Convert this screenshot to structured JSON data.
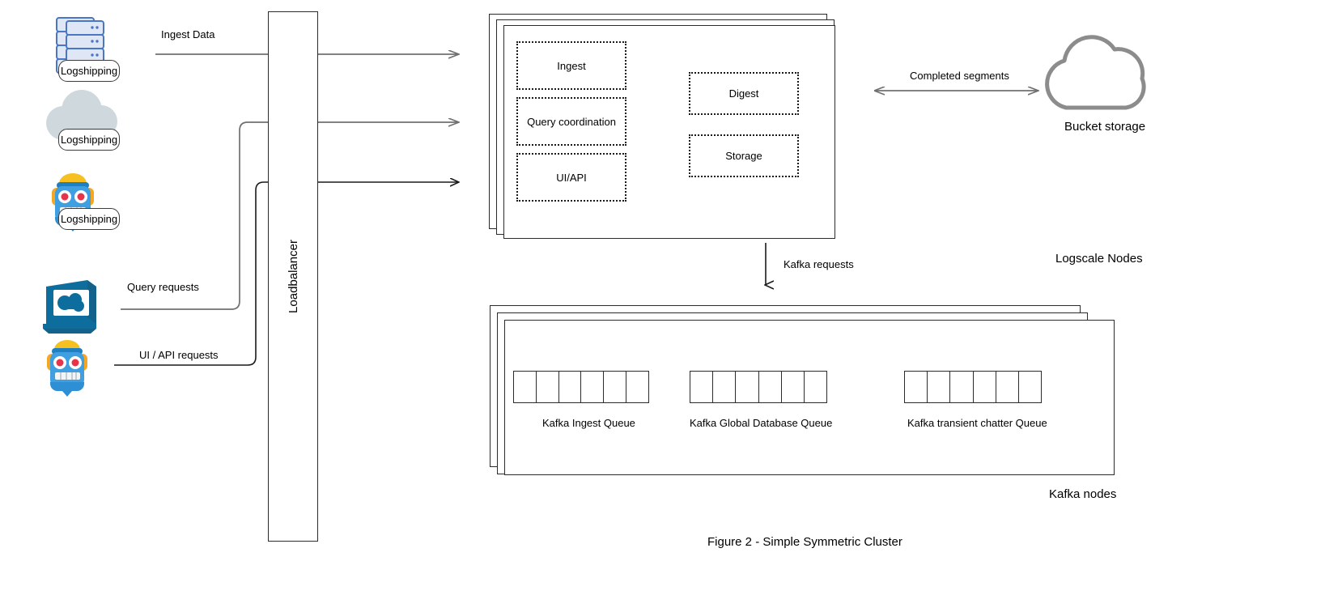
{
  "figure": {
    "caption": "Figure 2 - Simple Symmetric Cluster"
  },
  "sources": [
    {
      "icon": "server-rack-icon",
      "label": "Logshipping"
    },
    {
      "icon": "cloud-icon",
      "label": "Logshipping"
    },
    {
      "icon": "robot-icon",
      "label": "Logshipping"
    },
    {
      "icon": "workstation-icon",
      "label": ""
    },
    {
      "icon": "robot-icon",
      "label": ""
    }
  ],
  "flows": [
    {
      "name": "ingest-data",
      "label": "Ingest Data"
    },
    {
      "name": "query-requests",
      "label": "Query requests"
    },
    {
      "name": "ui-api-requests",
      "label": "UI / API requests"
    },
    {
      "name": "kafka-requests",
      "label": "Kafka requests"
    },
    {
      "name": "completed-segments",
      "label": "Completed segments"
    }
  ],
  "loadbalancer": {
    "label": "Loadbalancer"
  },
  "logscale": {
    "group_label": "Logscale Nodes",
    "stack_count": 3,
    "services_left": [
      {
        "label": "Ingest"
      },
      {
        "label": "Query coordination"
      },
      {
        "label": "UI/API"
      }
    ],
    "services_right": [
      {
        "label": "Digest"
      },
      {
        "label": "Storage"
      }
    ]
  },
  "bucket": {
    "label": "Bucket storage",
    "icon": "cloud-icon",
    "color": "#8c8c8c"
  },
  "kafka": {
    "group_label": "Kafka nodes",
    "stack_count": 3,
    "queues": [
      {
        "label": "Kafka Ingest Queue",
        "cells": 6
      },
      {
        "label": "Kafka Global Database Queue",
        "cells": 6
      },
      {
        "label": "Kafka transient chatter Queue",
        "cells": 6
      }
    ]
  },
  "colors": {
    "stroke": "#2b2b2b",
    "arrow_gray": "#707070",
    "arrow_dark": "#1a1a1a",
    "server_blue": "#4a76c4",
    "server_fill": "#dfe7f6",
    "cloud_gray": "#cfd8dc",
    "robot_blue": "#3f9fe0",
    "robot_orange": "#f5a623",
    "monitor_blue": "#0d6e9e"
  }
}
